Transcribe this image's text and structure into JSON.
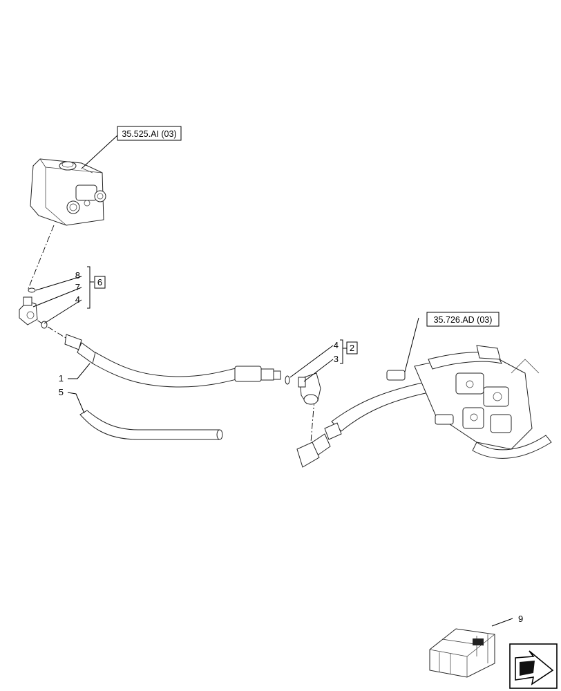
{
  "refs": {
    "valve_block": "35.525.AI (03)",
    "valve_assembly": "35.726.AD (03)"
  },
  "callouts": {
    "hose_1": "1",
    "kit_2": "2",
    "elbow_3": "3",
    "oring_4_top": "4",
    "oring_4_right": "4",
    "hose_5": "5",
    "kit_6": "6",
    "adapter_7": "7",
    "ring_8": "8",
    "kit_9": "9"
  }
}
